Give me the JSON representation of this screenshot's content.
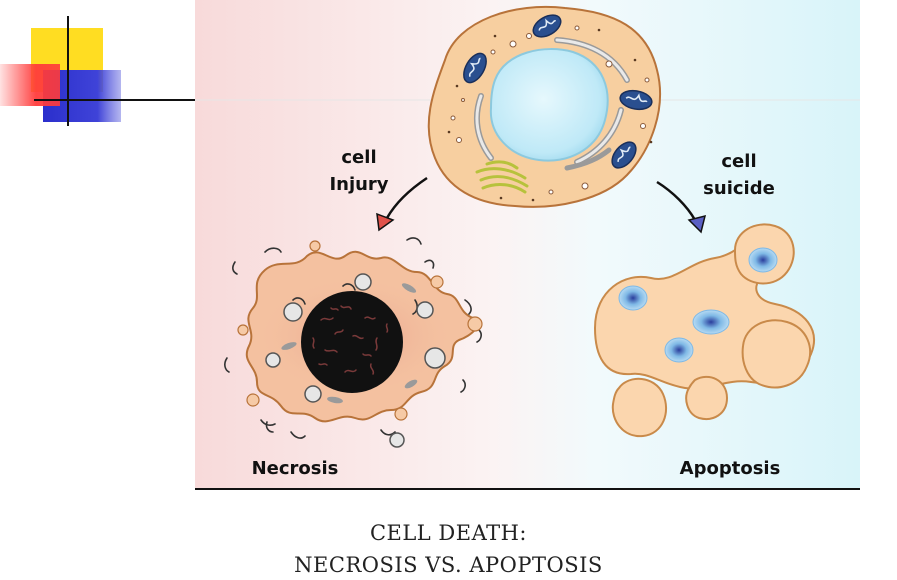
{
  "diagram": {
    "labels": {
      "cell_injury_line1": "cell",
      "cell_injury_line2": "Injury",
      "cell_suicide_line1": "cell",
      "cell_suicide_line2": "suicide",
      "necrosis": "Necrosis",
      "apoptosis": "Apoptosis"
    }
  },
  "caption": {
    "line1": "CELL DEATH:",
    "line2": "NECROSIS VS. APOPTOSIS"
  },
  "colors": {
    "cytoplasm": "#f7cfa0",
    "cell_outline": "#b8733a",
    "nucleus": "#bfe9f7",
    "necrotic_nucleus": "#111111",
    "arrow_left_head": "#e0524a",
    "arrow_right_head": "#5a5fc4",
    "deco_yellow": "#ffdd22",
    "deco_red": "#ff4444",
    "deco_blue": "#2b2fcc"
  }
}
